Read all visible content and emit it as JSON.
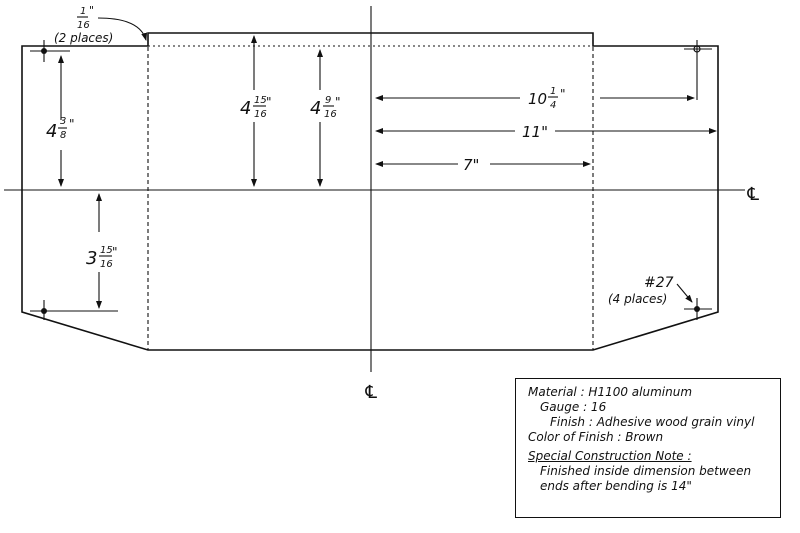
{
  "dimensions": {
    "edge_offset": {
      "whole": "",
      "num": "1",
      "den": "16",
      "unit": "\"",
      "note": "(2 places)"
    },
    "top_hole_height": {
      "whole": "4",
      "num": "3",
      "den": "8",
      "unit": "\""
    },
    "mid_height": {
      "whole": "4",
      "num": "15",
      "den": "16",
      "unit": "\""
    },
    "tab_height": {
      "whole": "4",
      "num": "9",
      "den": "16",
      "unit": "\""
    },
    "bottom_hole_height": {
      "whole": "3",
      "num": "15",
      "den": "16",
      "unit": "\""
    },
    "hole_spacing": {
      "whole": "10",
      "num": "1",
      "den": "4",
      "unit": "\""
    },
    "half_width": "11\"",
    "tab_half_width": "7\""
  },
  "hole_label": {
    "size": "#27",
    "note": "(4 places)"
  },
  "centerline_symbol": "℄",
  "notes": {
    "material": "Material : H1100 aluminum",
    "gauge": "Gauge : 16",
    "finish": "Finish : Adhesive wood grain vinyl",
    "color": "Color of Finish : Brown",
    "special_title": "Special Construction Note :",
    "special_line1": "Finished inside dimension between",
    "special_line2": "ends after bending is 14\""
  }
}
